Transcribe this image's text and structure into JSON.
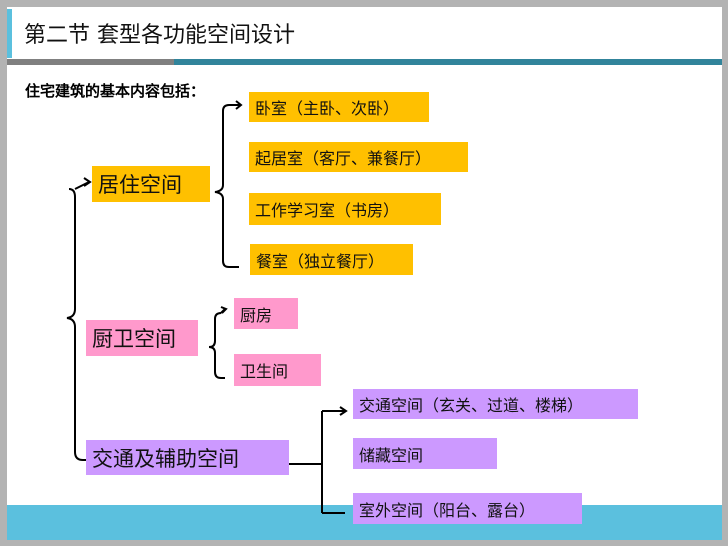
{
  "header": {
    "title": "第二节  套型各功能空间设计"
  },
  "intro": "住宅建筑的基本内容包括：",
  "categories": [
    {
      "label": "居住空间",
      "items": [
        "卧室（主卧、次卧）",
        "起居室（客厅、兼餐厅）",
        "工作学习室（书房）",
        "餐室（独立餐厅）"
      ]
    },
    {
      "label": "厨卫空间",
      "items": [
        "厨房",
        "卫生间"
      ]
    },
    {
      "label": "交通及辅助空间",
      "items": [
        "交通空间（玄关、过道、楼梯）",
        "储藏空间",
        "室外空间（阳台、露台）"
      ]
    }
  ],
  "colors": {
    "living": "#ffc000",
    "kitchen": "#ff99cc",
    "aux": "#cc99ff",
    "accent": "#5bc0de"
  }
}
